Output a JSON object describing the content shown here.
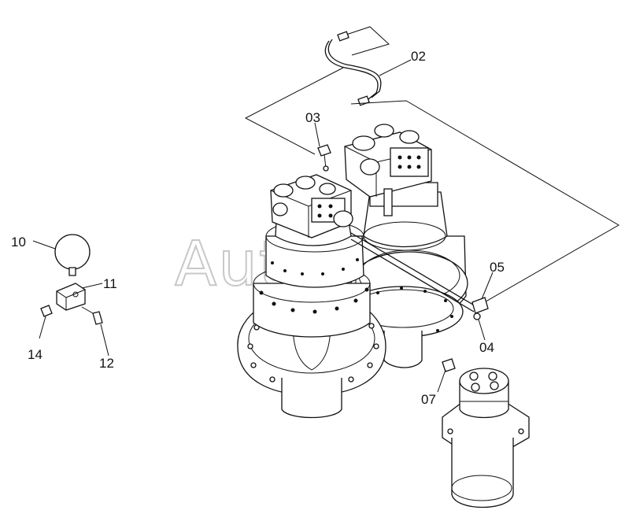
{
  "watermark": "AutoSoft",
  "callouts": {
    "c02": "02",
    "c03": "03",
    "c04": "04",
    "c05": "05",
    "c07": "07",
    "c10": "10",
    "c11": "11",
    "c12": "12",
    "c14": "14"
  }
}
